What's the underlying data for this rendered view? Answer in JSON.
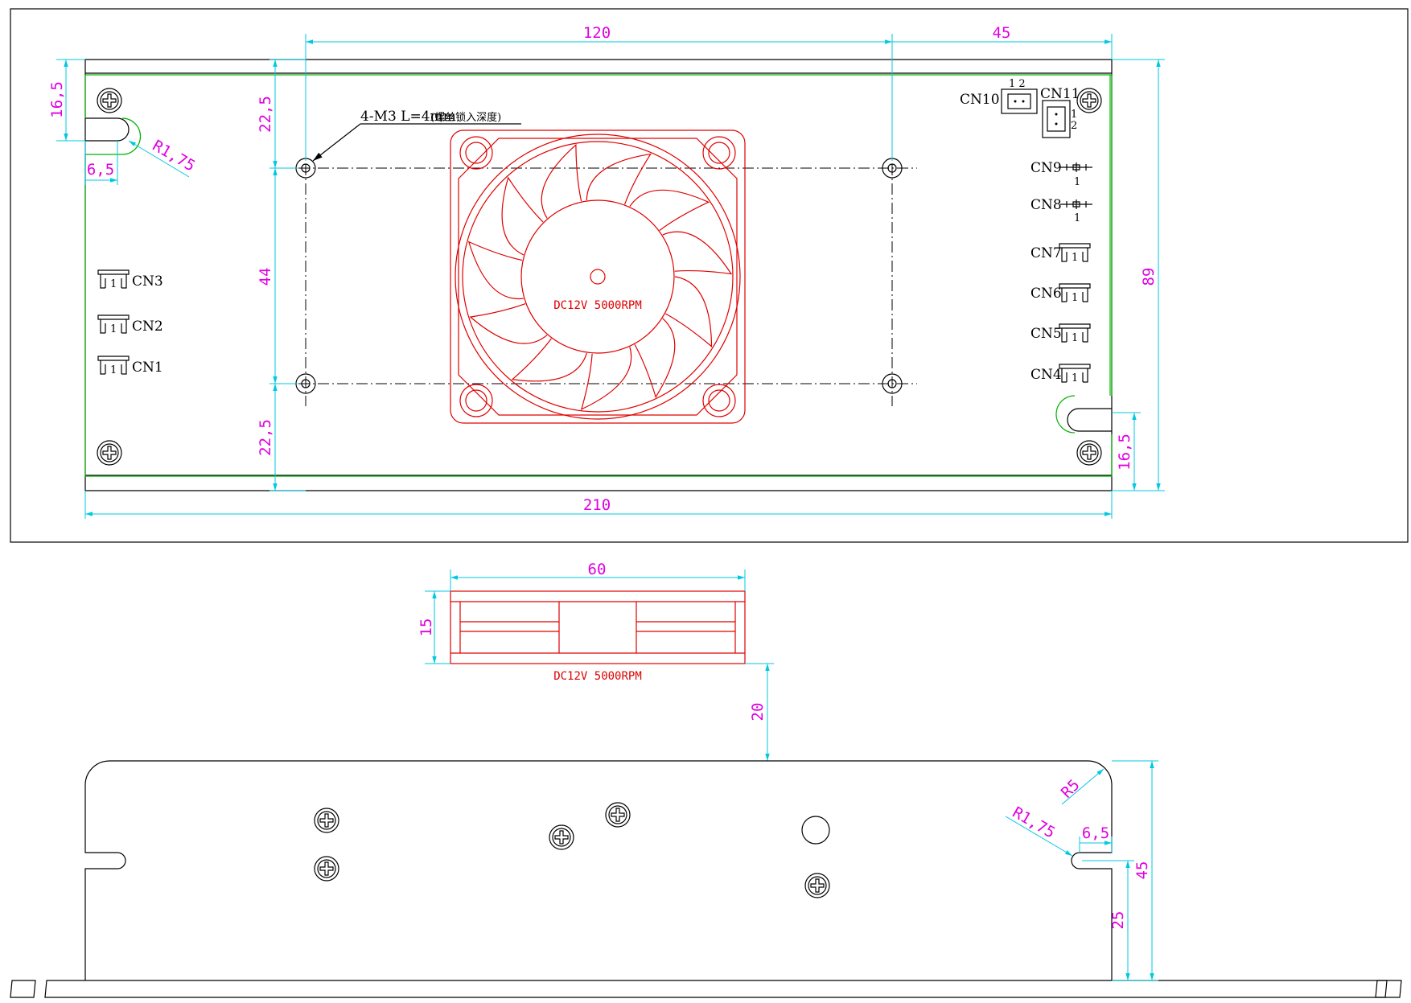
{
  "top_view": {
    "dimensions": {
      "fan_hole_spacing": "120",
      "right_offset": "45",
      "left_slot_height": "16,5",
      "slot_width": "6,5",
      "slot_radius": "R1,75",
      "top_hole_offset": "22,5",
      "hole_vertical_spacing": "44",
      "bottom_hole_offset": "22,5",
      "overall_height": "89",
      "right_slot_height": "16,5",
      "overall_width": "210"
    },
    "screw_note": "4-M3 L=4mm",
    "screw_note_small": "(螺丝锁入深度)",
    "fan_label": "DC12V 5000RPM",
    "connectors_left": [
      "CN3",
      "CN2",
      "CN1"
    ],
    "connectors_right": [
      "CN9",
      "CN8",
      "CN7",
      "CN6",
      "CN5",
      "CN4"
    ],
    "cn10": "CN10",
    "cn11": "CN11",
    "pin_one": "1",
    "pin_two": "2",
    "pin_pair": "1 2"
  },
  "fan_side_view": {
    "width_dim": "60",
    "height_dim": "15",
    "label": "DC12V 5000RPM",
    "gap_dim": "20"
  },
  "side_view": {
    "corner_radius": "R5",
    "slot_radius": "R1,75",
    "slot_width": "6,5",
    "overall_height": "45",
    "slot_height": "25"
  },
  "colors": {
    "outline": "#000000",
    "pcb": "#00b000",
    "fan": "#e00000",
    "dimension_line": "#00c8e0",
    "dimension_text": "#e000e0"
  }
}
